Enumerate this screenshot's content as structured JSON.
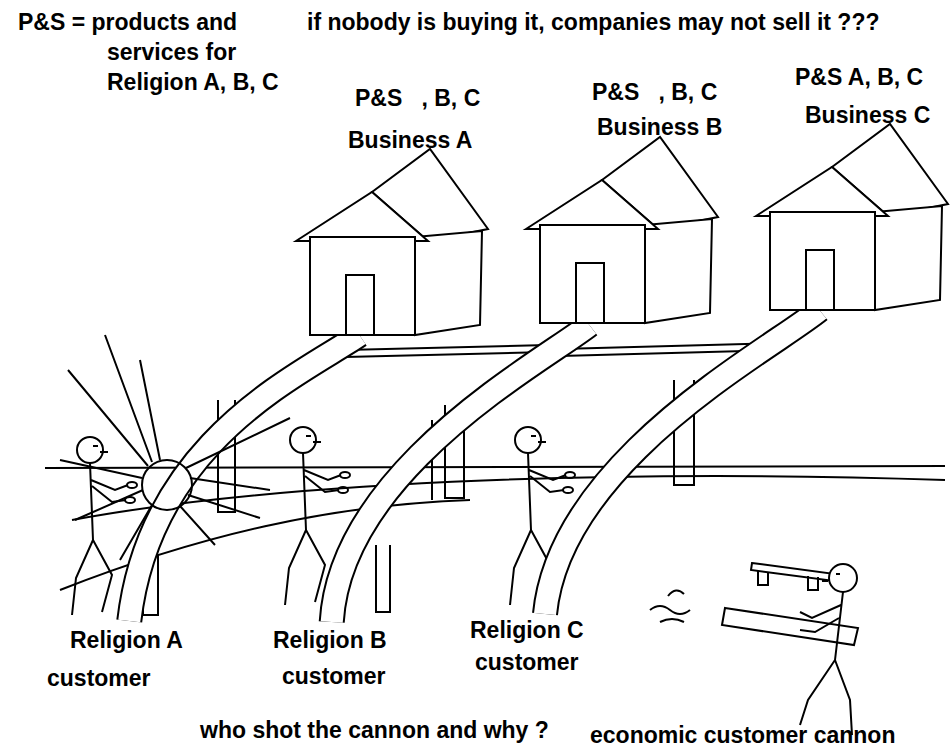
{
  "diagram": {
    "nodes": [
      {
        "text": [
          "P&S   , B, C",
          "Business A"
        ]
      },
      {
        "text": [
          "P&S   , B, C",
          "Business B"
        ]
      },
      {
        "text": [
          "P&S A, B, C",
          "Business C"
        ]
      },
      {
        "text": [
          "Religion A customer"
        ]
      },
      {
        "text": [
          "Religion B customer"
        ]
      },
      {
        "text": [
          "Religion C customer"
        ]
      },
      {
        "text": [
          "economic customer cannon"
        ]
      }
    ],
    "edges": [
      {
        "from": 0,
        "to": 3,
        "arrow": "none"
      },
      {
        "from": 1,
        "to": 4,
        "arrow": "none"
      },
      {
        "from": 2,
        "to": 5,
        "arrow": "none"
      }
    ],
    "labels": [
      "P&S = products and services for Religion A, B, C",
      "if nobody is buying it, companies may not sell it ???",
      "who shot the cannon and why ?"
    ]
  }
}
